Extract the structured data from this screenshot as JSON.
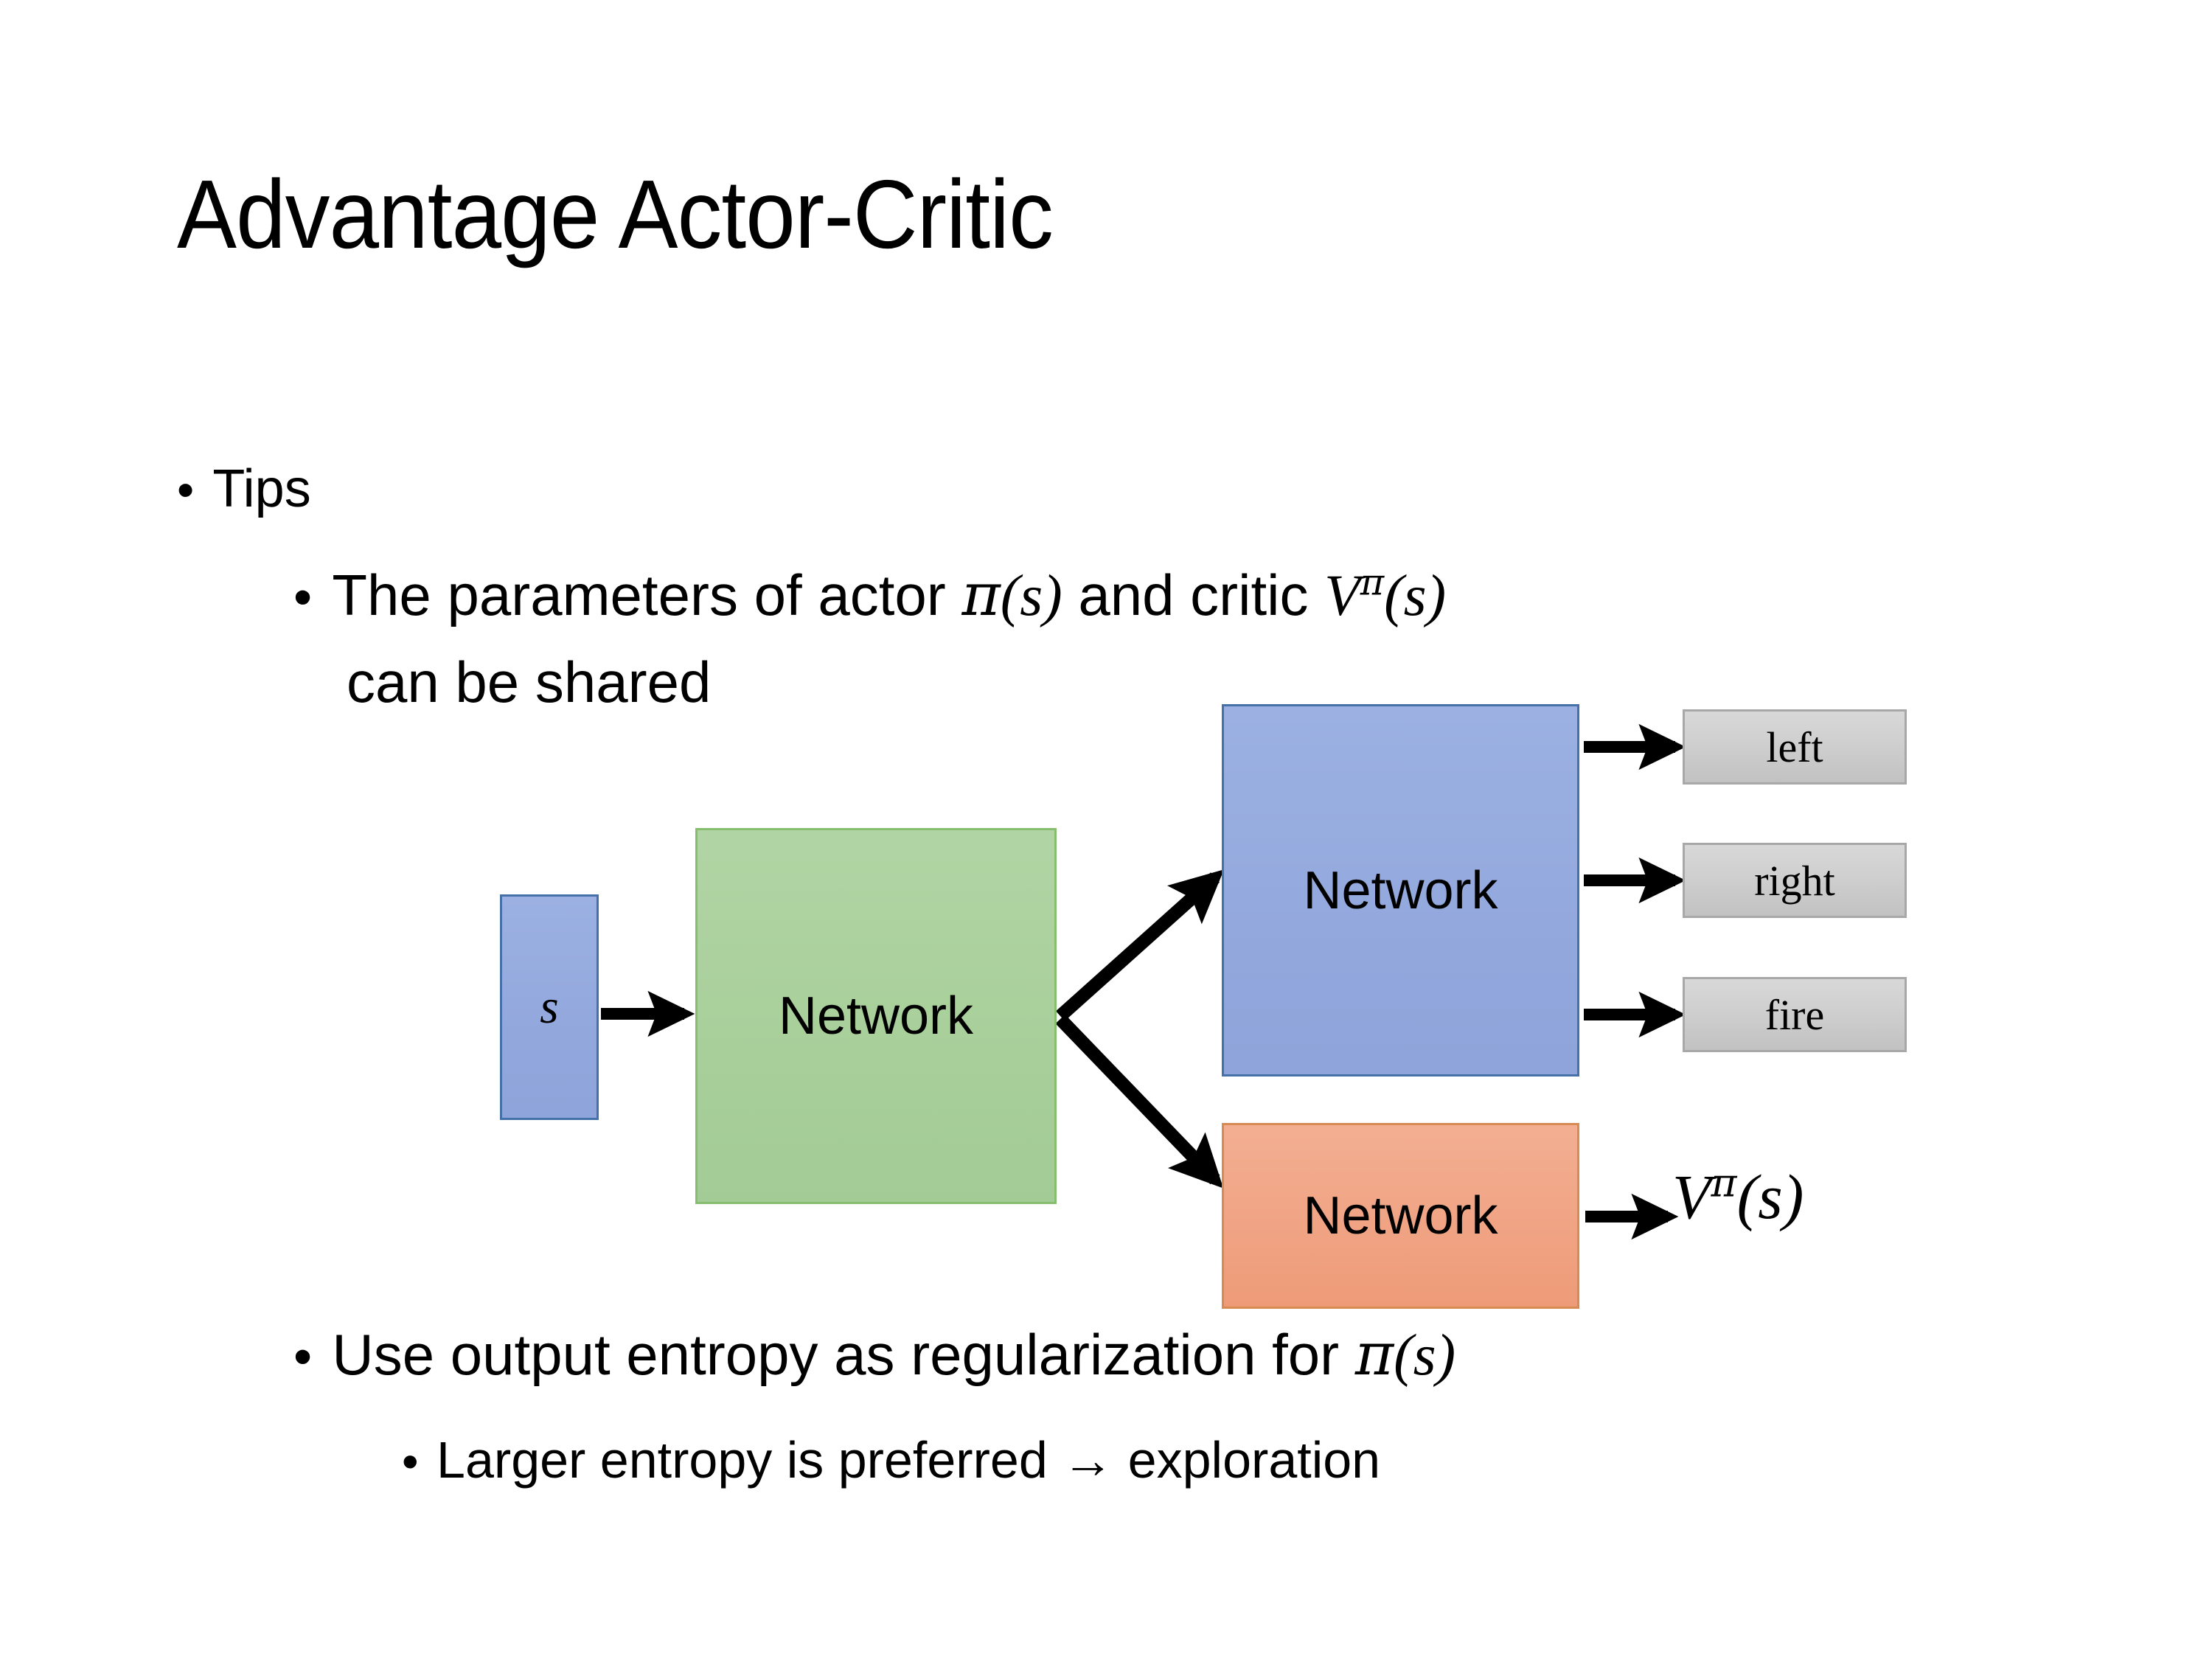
{
  "slide": {
    "title": "Advantage Actor-Critic",
    "background_color": "#ffffff"
  },
  "bullets": {
    "tips": "Tips",
    "params_line1_pre": "The parameters of actor ",
    "params_math_actor_pi": "π",
    "params_math_actor_open": "(",
    "params_math_actor_s": "s",
    "params_math_actor_close": ")",
    "params_line1_mid": " and critic ",
    "params_math_critic_V": "V",
    "params_math_critic_sup": "π",
    "params_math_critic_open": "(",
    "params_math_critic_s": "s",
    "params_math_critic_close": ")",
    "params_line2": "can be shared",
    "entropy_pre": "Use output entropy as regularization for ",
    "entropy_math_pi": "π",
    "entropy_math_open": "(",
    "entropy_math_s": "s",
    "entropy_math_close": ")",
    "larger": "Larger entropy is preferred → exploration",
    "dot": "•"
  },
  "diagram": {
    "input_label": "s",
    "shared_network_label": "Network",
    "actor_network_label": "Network",
    "critic_network_label": "Network",
    "actions": [
      {
        "label": "left"
      },
      {
        "label": "right"
      },
      {
        "label": "fire"
      }
    ],
    "critic_output": {
      "V": "V",
      "sup": "π",
      "open": "(",
      "s": "s",
      "close": ")"
    },
    "colors": {
      "input_fill": "#93a8dd",
      "input_border": "#4472a8",
      "shared_fill": "#a8cf9a",
      "shared_border": "#86bd6f",
      "actor_fill": "#93a8dd",
      "actor_border": "#4472a8",
      "critic_fill": "#f0a383",
      "critic_border": "#d78a52",
      "action_fill": "#cfcfcf",
      "action_border": "#a8a8a8",
      "arrow": "#000000"
    }
  }
}
